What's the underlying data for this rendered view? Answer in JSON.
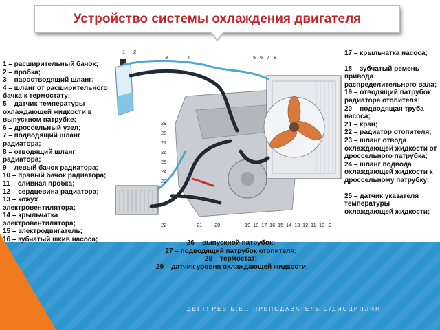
{
  "title": "Устройство системы охлаждения двигателя",
  "legend_left": [
    "1 – расширительный бачок;",
    "2 – пробка;",
    "3 – пароотводящий шланг;",
    "4 – шланг от расширительного бачка к термостату;",
    "5 – датчик температуры охлаждающей жидкости в выпускном патрубке;",
    "6 – дроссельный узел;",
    "7 – подводящий шланг радиатора;",
    "8 – отводящий шланг радиатора;",
    "9 – левый бачок радиатора;",
    "10 – правый бачок радиатора;",
    "11 – сливная пробка;",
    "12 – сердцевина радиатора;",
    "13 – кожух электровентилятора;",
    "14 – крыльчатка электровентилятора;",
    "15 – электродвигатель;",
    "16 – зубчатый шкив насоса;"
  ],
  "legend_right": [
    "17 – крыльчатка насоса;",
    "18 – зубчатый ремень привода распределительного вала;",
    "19 – отводящий патрубок радиатора отопителя;",
    "20 – подводящая труба насоса;",
    "21 – кран;",
    "22 – радиатор отопителя;",
    "23 – шланг отвода охлаждающей жидкости от дроссельного патрубка;",
    "24 – шланг подвода охлаждающей жидкости к дроссельному патрубку;",
    "25 – датчик указателя температуры охлаждающей жидкости;"
  ],
  "legend_center": [
    "26 – выпускной патрубок;",
    "27 – подводящий патрубок отопителя;",
    "28 – термостат;",
    "29 – датчик уровня охлаждающей жидкости"
  ],
  "footer": "ДЕГТЯРЕВ Б.Е., ПРЕПОДАВАТЕЛЬ С/ДИСЦИПЛИН",
  "diagram": {
    "top_labels": [
      "1",
      "2",
      "3",
      "4",
      "5",
      "6",
      "7",
      "8"
    ],
    "bottom_labels": [
      "22",
      "21",
      "20",
      "19",
      "18",
      "17",
      "16",
      "15",
      "14",
      "13",
      "12",
      "11",
      "10",
      "9"
    ],
    "side_labels": [
      "29",
      "28",
      "27",
      "26",
      "25",
      "24",
      "23"
    ]
  },
  "colors": {
    "title": "#c0262d",
    "band": "#2f95cf",
    "accent": "#f07a1e",
    "hose": "#1f2a33",
    "coolant": "#4aa7d8",
    "engine": "#c9ccd0",
    "fan": "#d87a3c"
  }
}
